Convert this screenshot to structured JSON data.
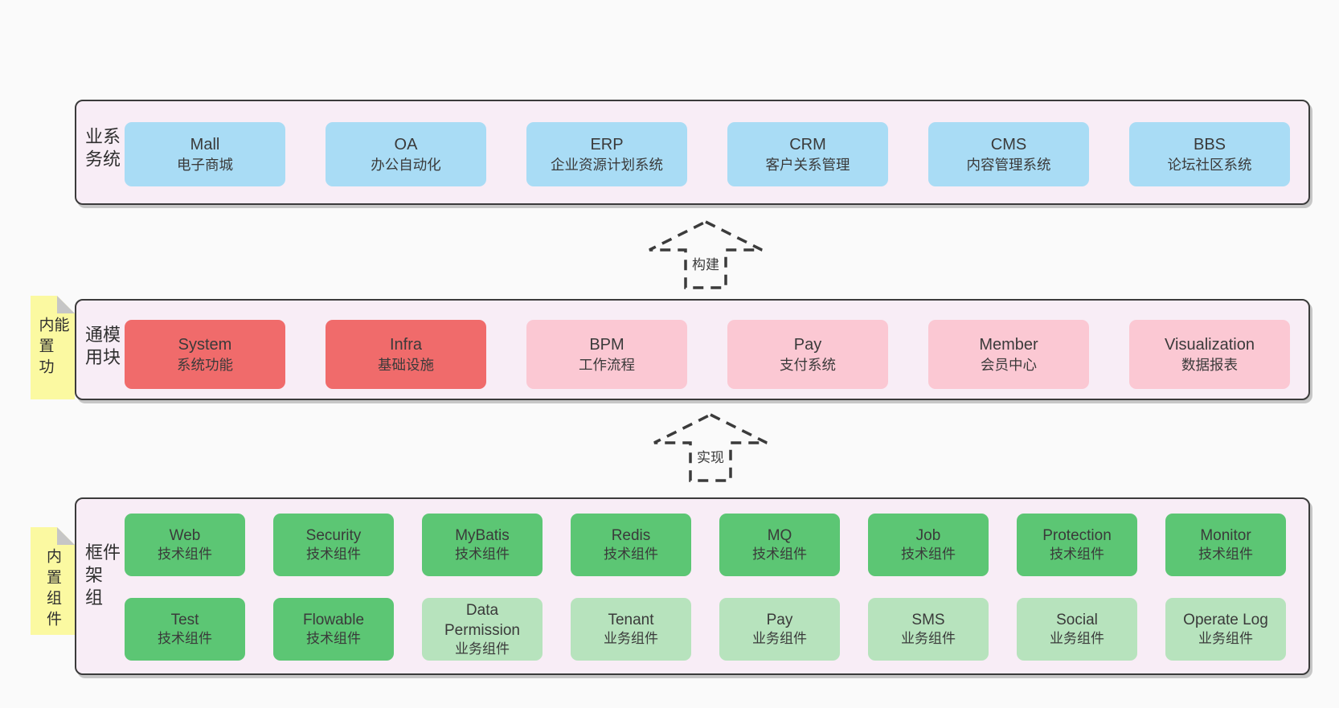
{
  "colors": {
    "page_bg": "#fafafa",
    "panel_bg": "#f8edf6",
    "panel_border": "#3b3b3b",
    "blue": "#a9dcf5",
    "red": "#f06b6b",
    "pink": "#fbc8d3",
    "green_dark": "#5cc674",
    "green_light": "#b7e3bd",
    "sticky_yellow": "#fbf9a1",
    "text": "#3a3a3a"
  },
  "arrows": [
    {
      "label": "构建"
    },
    {
      "label": "实现"
    }
  ],
  "layers": [
    {
      "label": "业务系统",
      "boxes": [
        {
          "en": "Mall",
          "zh": "电子商城",
          "type": "blue"
        },
        {
          "en": "OA",
          "zh": "办公自动化",
          "type": "blue"
        },
        {
          "en": "ERP",
          "zh": "企业资源计划系统",
          "type": "blue"
        },
        {
          "en": "CRM",
          "zh": "客户关系管理",
          "type": "blue"
        },
        {
          "en": "CMS",
          "zh": "内容管理系统",
          "type": "blue"
        },
        {
          "en": "BBS",
          "zh": "论坛社区系统",
          "type": "blue"
        }
      ]
    },
    {
      "label": "通用模块",
      "sticky": "内置功能",
      "boxes": [
        {
          "en": "System",
          "zh": "系统功能",
          "type": "red"
        },
        {
          "en": "Infra",
          "zh": "基础设施",
          "type": "red"
        },
        {
          "en": "BPM",
          "zh": "工作流程",
          "type": "pink"
        },
        {
          "en": "Pay",
          "zh": "支付系统",
          "type": "pink"
        },
        {
          "en": "Member",
          "zh": "会员中心",
          "type": "pink"
        },
        {
          "en": "Visualization",
          "zh": "数据报表",
          "type": "pink"
        }
      ]
    },
    {
      "label": "框架组件",
      "sticky": "内置组件",
      "boxes": [
        {
          "en": "Web",
          "zh": "技术组件",
          "type": "green_dark"
        },
        {
          "en": "Security",
          "zh": "技术组件",
          "type": "green_dark"
        },
        {
          "en": "MyBatis",
          "zh": "技术组件",
          "type": "green_dark"
        },
        {
          "en": "Redis",
          "zh": "技术组件",
          "type": "green_dark"
        },
        {
          "en": "MQ",
          "zh": "技术组件",
          "type": "green_dark"
        },
        {
          "en": "Job",
          "zh": "技术组件",
          "type": "green_dark"
        },
        {
          "en": "Protection",
          "zh": "技术组件",
          "type": "green_dark"
        },
        {
          "en": "Monitor",
          "zh": "技术组件",
          "type": "green_dark"
        },
        {
          "en": "Test",
          "zh": "技术组件",
          "type": "green_dark"
        },
        {
          "en": "Flowable",
          "zh": "技术组件",
          "type": "green_dark"
        },
        {
          "en": "Data Permission",
          "zh": "业务组件",
          "type": "green_light"
        },
        {
          "en": "Tenant",
          "zh": "业务组件",
          "type": "green_light"
        },
        {
          "en": "Pay",
          "zh": "业务组件",
          "type": "green_light"
        },
        {
          "en": "SMS",
          "zh": "业务组件",
          "type": "green_light"
        },
        {
          "en": "Social",
          "zh": "业务组件",
          "type": "green_light"
        },
        {
          "en": "Operate Log",
          "zh": "业务组件",
          "type": "green_light"
        }
      ]
    }
  ]
}
